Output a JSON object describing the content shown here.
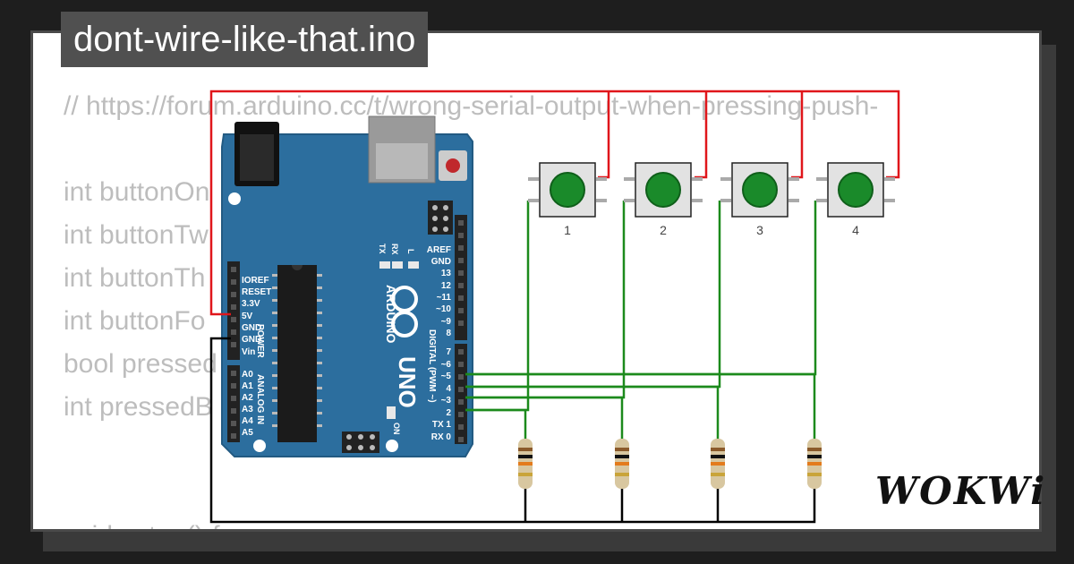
{
  "window": {
    "filename": "dont-wire-like-that.ino"
  },
  "code_lines": [
    "// https://forum.arduino.cc/t/wrong-serial-output-when-pressing-push-",
    "",
    "int buttonOn",
    "int buttonTw",
    "int buttonTh",
    "int buttonFo",
    "bool pressed",
    "int pressedB",
    "",
    "",
    "void setup() {"
  ],
  "board": {
    "brand": "ARDUINO",
    "model": "UNO",
    "on_label": "ON",
    "tx_label": "TX",
    "rx_label": "RX",
    "l_label": "L",
    "digital_header": "DIGITAL (PWM ~)",
    "power_header": "POWER",
    "analog_header": "ANALOG IN",
    "power_pins": [
      "IOREF",
      "RESET",
      "3.3V",
      "5V",
      "GND",
      "GND",
      "Vin"
    ],
    "analog_pins": [
      "A0",
      "A1",
      "A2",
      "A3",
      "A4",
      "A5"
    ],
    "digital_pins_top": [
      "AREF",
      "GND",
      "13",
      "12",
      "~11",
      "~10",
      "~9",
      "8"
    ],
    "digital_pins_bottom": [
      "7",
      "~6",
      "~5",
      "4",
      "~3",
      "2",
      "TX 1",
      "RX 0"
    ]
  },
  "buttons": [
    {
      "label": "1"
    },
    {
      "label": "2"
    },
    {
      "label": "3"
    },
    {
      "label": "4"
    }
  ],
  "brand_logo": "WOKWi",
  "colors": {
    "board": "#2c6e9e",
    "wire_power": "#e0161b",
    "wire_signal": "#1c8a1c",
    "wire_ground": "#000000",
    "button_cap": "#1a8a2a"
  }
}
